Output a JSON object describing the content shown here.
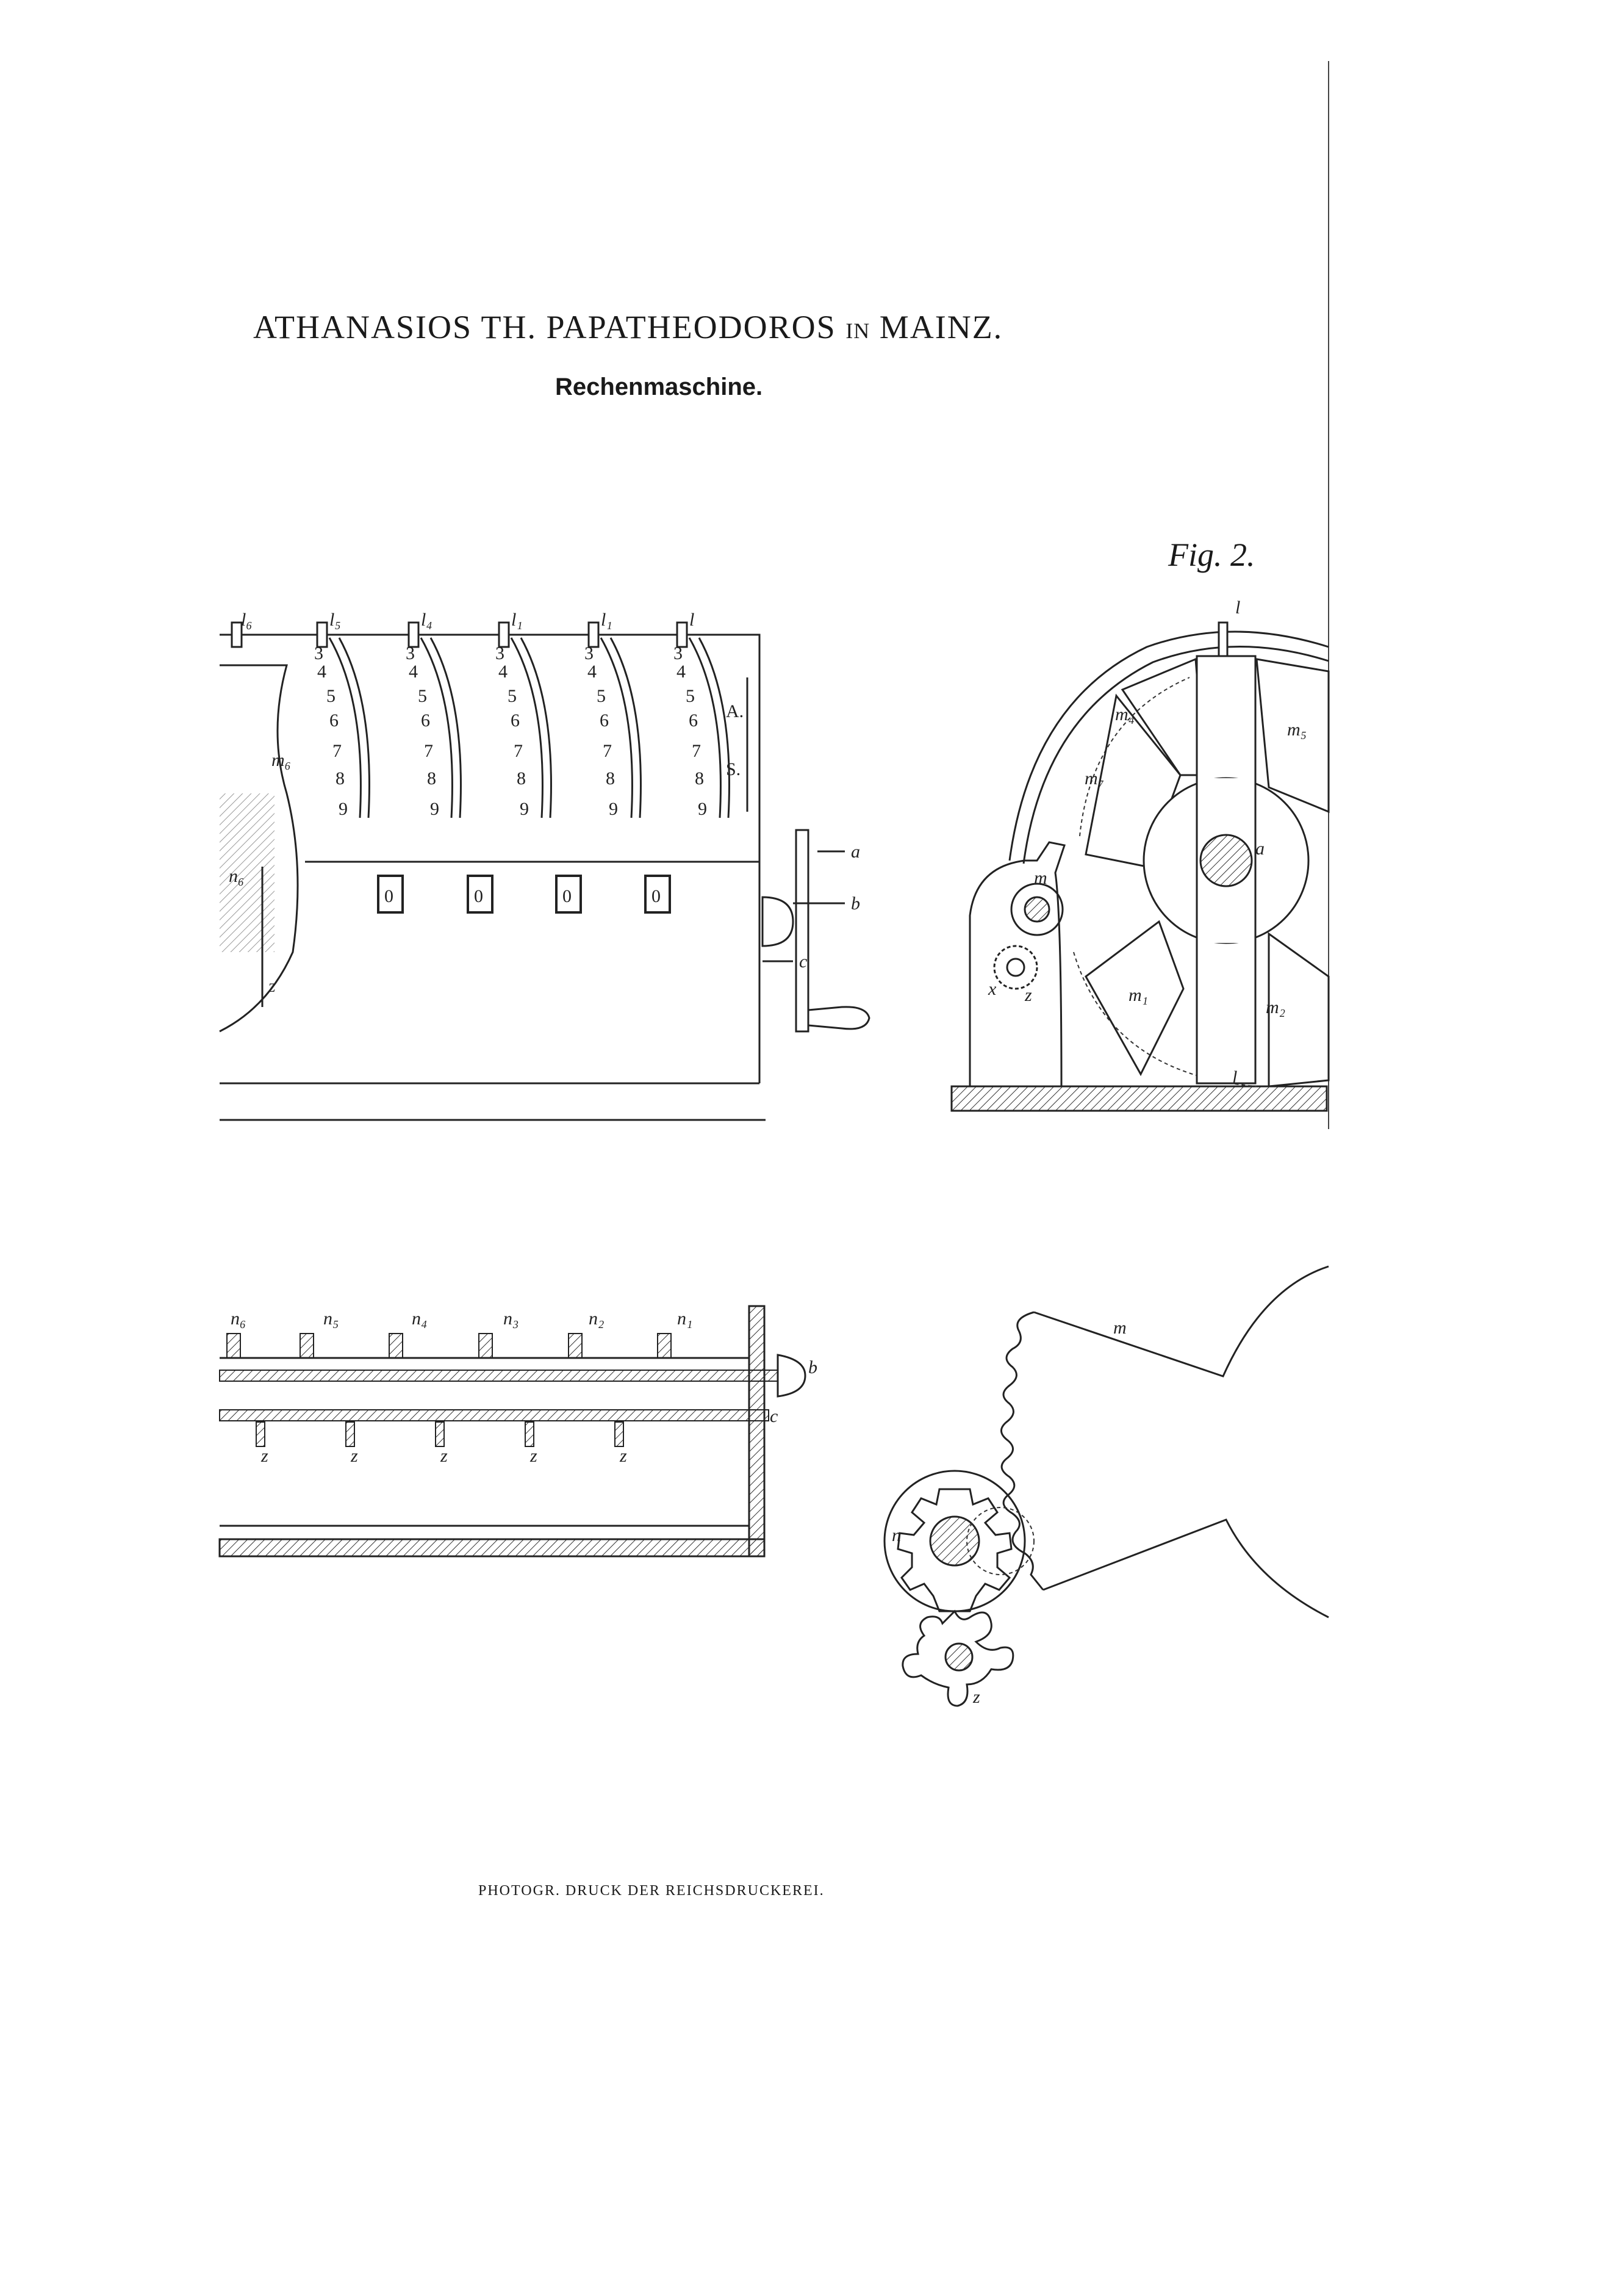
{
  "header": {
    "name": "ATHANASIOS TH. PAPATHEODOROS",
    "connector": "IN",
    "city": "MAINZ.",
    "subtitle": "Rechenmaschine."
  },
  "figure": {
    "label": "Fig. 2."
  },
  "footer": {
    "text": "PHOTOGR. DRUCK DER REICHSDRUCKEREI."
  },
  "scale_digits": [
    "3",
    "4",
    "5",
    "6",
    "7",
    "8",
    "9"
  ],
  "labels": {
    "A": "A.",
    "S": "S.",
    "a": "a",
    "b": "b",
    "c": "c",
    "l": "l",
    "m": "m",
    "m1": "m₁",
    "m2": "m₂",
    "m4": "m₄",
    "m5": "m₅",
    "m7": "m₇",
    "m6": "m₆",
    "n": "n",
    "n1": "n₁",
    "n2": "n₂",
    "n3": "n₃",
    "n4": "n₄",
    "n5": "n₅",
    "n6": "n₆",
    "z": "z",
    "x": "x",
    "l1": "l₁",
    "l4": "l₄",
    "l5": "l₅",
    "l6": "l₆"
  },
  "display_digit": "0"
}
